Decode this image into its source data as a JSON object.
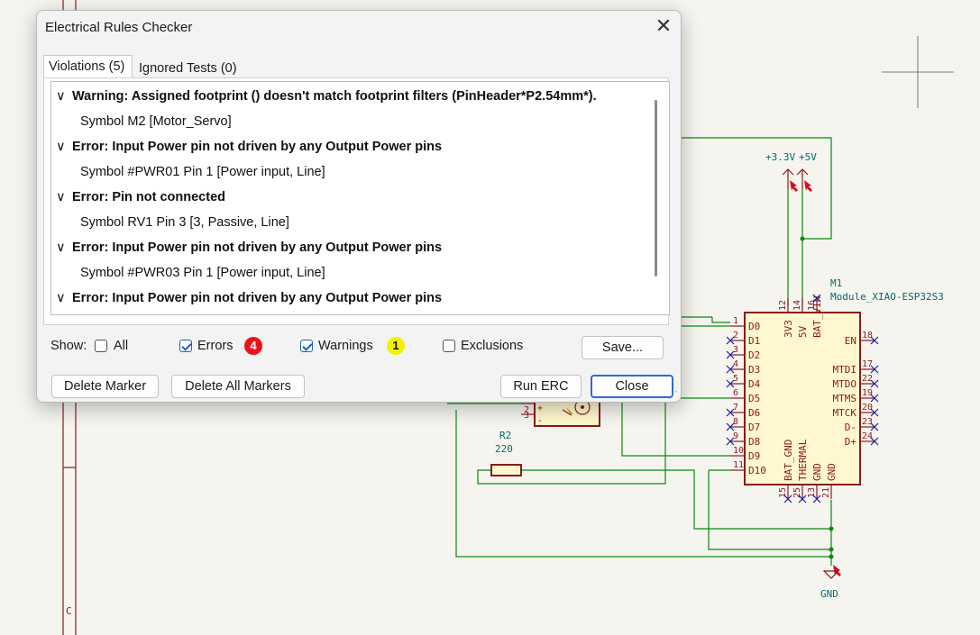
{
  "dialog": {
    "title": "Electrical Rules Checker",
    "close_glyph": "✕",
    "tabs": [
      {
        "label": "Violations (5)"
      },
      {
        "label": "Ignored Tests (0)"
      }
    ],
    "violations": [
      {
        "heading": "Warning: Assigned footprint () doesn't match footprint filters (PinHeader*P2.54mm*).",
        "detail": "Symbol M2 [Motor_Servo]"
      },
      {
        "heading": "Error: Input Power pin not driven by any Output Power pins",
        "detail": "Symbol #PWR01 Pin 1 [Power input, Line]"
      },
      {
        "heading": "Error: Pin not connected",
        "detail": "Symbol RV1 Pin 3 [3, Passive, Line]"
      },
      {
        "heading": "Error: Input Power pin not driven by any Output Power pins",
        "detail": "Symbol #PWR03 Pin 1 [Power input, Line]"
      },
      {
        "heading": "Error: Input Power pin not driven by any Output Power pins",
        "detail": ""
      }
    ],
    "chevron": "∨",
    "filters": {
      "show_label": "Show:",
      "all": {
        "label": "All",
        "checked": false
      },
      "errors": {
        "label": "Errors",
        "checked": true,
        "count": "4",
        "badge_color": "#e8141c"
      },
      "warnings": {
        "label": "Warnings",
        "checked": true,
        "count": "1",
        "badge_color": "#f3f000"
      },
      "exclusions": {
        "label": "Exclusions",
        "checked": false
      }
    },
    "buttons": {
      "save": "Save...",
      "delete_marker": "Delete Marker",
      "delete_all_markers": "Delete All Markers",
      "run_erc": "Run ERC",
      "close": "Close"
    }
  },
  "schematic": {
    "colors": {
      "wire": "#0a8a0a",
      "symbol": "#8b1a1a",
      "label": "#006b6b",
      "unconnected": "#1a1aaa"
    },
    "power_labels": {
      "v33": "+3.3V",
      "v5": "+5V",
      "gnd": "GND"
    },
    "module": {
      "ref": "M1",
      "value": "Module_XIAO-ESP32S3",
      "top_pins": [
        {
          "num": "12",
          "name": "3V3"
        },
        {
          "num": "14",
          "name": "5V"
        },
        {
          "num": "16",
          "name": "BAT_VIN"
        }
      ],
      "left_pins": [
        {
          "num": "1",
          "name": "D0"
        },
        {
          "num": "2",
          "name": "D1"
        },
        {
          "num": "3",
          "name": "D2"
        },
        {
          "num": "4",
          "name": "D3"
        },
        {
          "num": "5",
          "name": "D4"
        },
        {
          "num": "6",
          "name": "D5"
        },
        {
          "num": "7",
          "name": "D6"
        },
        {
          "num": "8",
          "name": "D7"
        },
        {
          "num": "9",
          "name": "D8"
        },
        {
          "num": "10",
          "name": "D9"
        },
        {
          "num": "11",
          "name": "D10"
        }
      ],
      "right_pins": [
        {
          "num": "18",
          "name": "EN"
        },
        {
          "num": "17",
          "name": "MTDI"
        },
        {
          "num": "22",
          "name": "MTDO"
        },
        {
          "num": "19",
          "name": "MTMS"
        },
        {
          "num": "20",
          "name": "MTCK"
        },
        {
          "num": "23",
          "name": "D-"
        },
        {
          "num": "24",
          "name": "D+"
        }
      ],
      "bottom_pins": [
        {
          "num": "15",
          "name": "BAT_GND"
        },
        {
          "num": "25",
          "name": "THERMAL"
        },
        {
          "num": "13",
          "name": "GND"
        },
        {
          "num": "21",
          "name": "GND"
        }
      ]
    },
    "resistor": {
      "ref": "R2",
      "value": "220"
    },
    "servo_pins": [
      "2",
      "3"
    ],
    "servo_marks": [
      "+",
      "-"
    ],
    "border_letter": "C"
  }
}
